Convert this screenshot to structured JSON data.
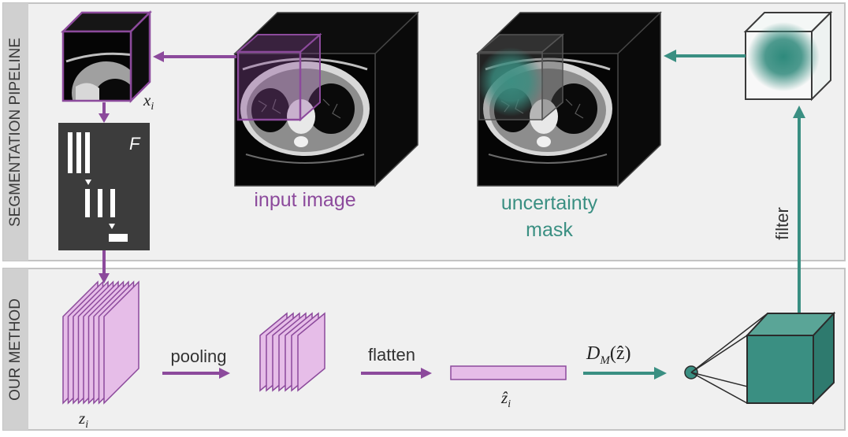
{
  "panels": {
    "top_label": "SEGMENTATION PIPELINE",
    "bottom_label": "OUR METHOD"
  },
  "labels": {
    "input_image": "input image",
    "uncertainty_line1": "uncertainty",
    "uncertainty_line2": "mask",
    "filter": "filter",
    "pooling": "pooling",
    "flatten": "flatten"
  },
  "math": {
    "x_i": "x",
    "x_i_sub": "i",
    "network": "F",
    "z_i": "z",
    "z_i_sub": "i",
    "z_hat_i": "ẑ",
    "z_hat_i_sub": "i",
    "distance": "D",
    "distance_sub": "M",
    "distance_arg": "(ẑ)"
  },
  "colors": {
    "purple": "#8c4a9c",
    "light_purple": "#e6bde8",
    "teal": "#3a8f82",
    "dark_teal": "#2e7a6e",
    "panel_bg": "#f0f0f0",
    "panel_border": "#c4c4c4",
    "side_strip": "#d0d0d0",
    "network_box": "#3c3c3c"
  },
  "icons": {
    "ct_volume": "ct-scan-cube",
    "patch": "patch-cube",
    "network": "cnn-block",
    "feature_maps": "feature-map-stack",
    "vector": "feature-vector",
    "density_cube": "density-cube"
  }
}
